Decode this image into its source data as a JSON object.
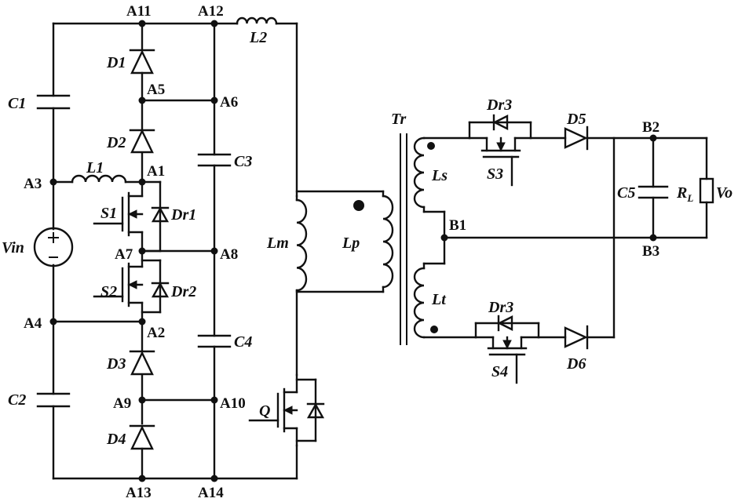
{
  "nodes": {
    "A1": "A1",
    "A2": "A2",
    "A3": "A3",
    "A4": "A4",
    "A5": "A5",
    "A6": "A6",
    "A7": "A7",
    "A8": "A8",
    "A9": "A9",
    "A10": "A10",
    "A11": "A11",
    "A12": "A12",
    "A13": "A13",
    "A14": "A14",
    "B1": "B1",
    "B2": "B2",
    "B3": "B3"
  },
  "components": {
    "C1": "C1",
    "C2": "C2",
    "C3": "C3",
    "C4": "C4",
    "C5": "C5",
    "D1": "D1",
    "D2": "D2",
    "D3": "D3",
    "D4": "D4",
    "D5": "D5",
    "D6": "D6",
    "L1": "L1",
    "L2": "L2",
    "Lm": "Lm",
    "Lp": "Lp",
    "Ls": "Ls",
    "Lt": "Lt",
    "S1": "S1",
    "S2": "S2",
    "S3": "S3",
    "S4": "S4",
    "Dr1": "Dr1",
    "Dr2": "Dr2",
    "Dr3_top": "Dr3",
    "Dr3_bottom": "Dr3",
    "Q": "Q",
    "Tr": "Tr",
    "Vin": "Vin",
    "Vo": "Vo",
    "RL_main": "R",
    "RL_sub": "L"
  }
}
